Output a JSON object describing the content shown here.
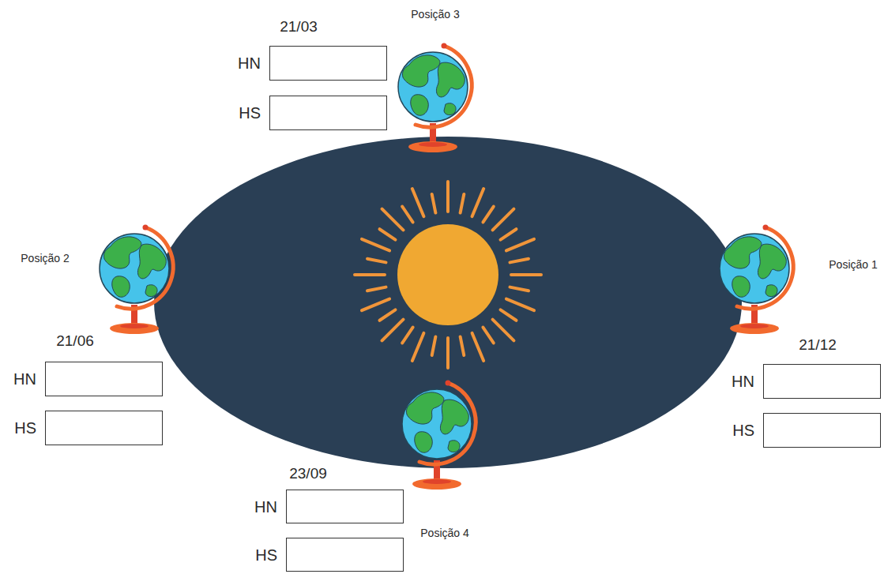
{
  "diagram": {
    "nodes": [
      {
        "text": [
          "HN"
        ]
      },
      {
        "text": [
          "HS"
        ]
      },
      {
        "text": [
          "HN"
        ]
      },
      {
        "text": [
          "HS"
        ]
      },
      {
        "text": [
          "HN"
        ]
      },
      {
        "text": [
          "HS"
        ]
      },
      {
        "text": [
          "HN"
        ]
      },
      {
        "text": [
          "HS"
        ]
      }
    ],
    "labels": [
      "Posição 3",
      "21/03",
      "Posição 2",
      "21/06",
      "Posição 1",
      "21/12",
      "23/09",
      "Posição 4"
    ]
  }
}
